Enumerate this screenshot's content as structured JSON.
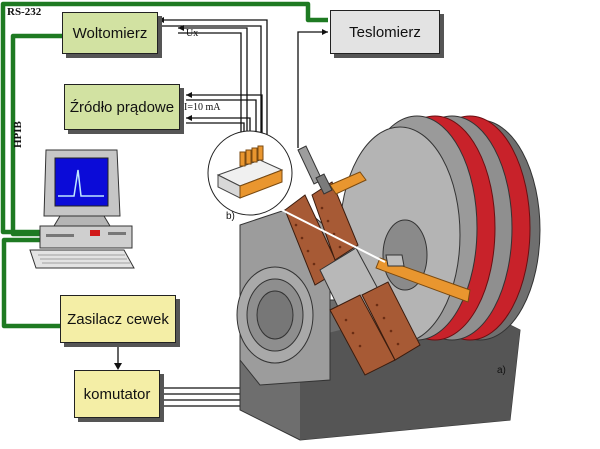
{
  "labels": {
    "rs232": "RS-232",
    "hpib": "HPIB",
    "ux": "Ux",
    "current": "I=10 mA",
    "label_a": "a)",
    "label_b": "b)"
  },
  "boxes": {
    "voltmeter": "Woltomierz",
    "current_source": "Źródło prądowe",
    "teslameter": "Teslomierz",
    "coil_supply": "Zasilacz cewek",
    "commutator": "komutator"
  },
  "colors": {
    "cable_green": "#1e7a22",
    "coil_red": "#c8222a",
    "pole_copper": "#b5623a",
    "sample_orange": "#e9962f",
    "magnet_grey": "#8a8a8a"
  }
}
